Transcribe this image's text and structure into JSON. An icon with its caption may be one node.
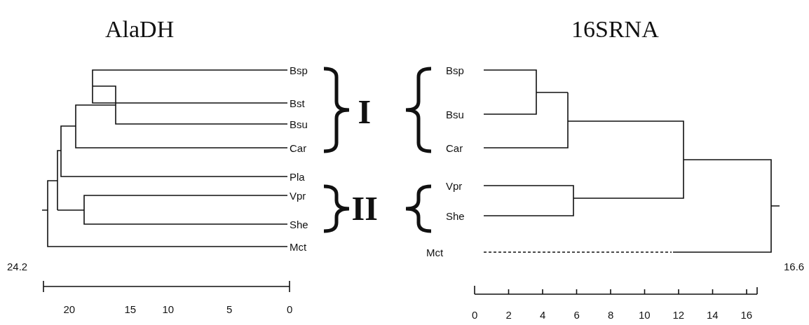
{
  "diagram": {
    "labels": [
      "AlaDH",
      "16SRNA",
      "Bsp",
      "Bst",
      "Bsu",
      "Car",
      "Pla",
      "Vpr",
      "She",
      "Mct",
      "I",
      "Bsp",
      "Bsu",
      "Car",
      "Vpr",
      "She",
      "Mct",
      "II",
      "24.2",
      "16.6",
      "20",
      "15",
      "10",
      "5",
      "0",
      "0",
      "2",
      "4",
      "6",
      "8",
      "10",
      "12",
      "14",
      "16"
    ]
  }
}
